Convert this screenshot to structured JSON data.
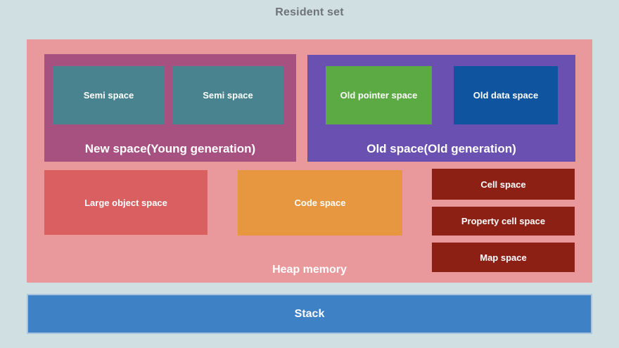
{
  "title": "Resident set",
  "heap": {
    "label": "Heap memory",
    "new_space": {
      "label": "New space(Young generation)",
      "semi_spaces": [
        "Semi space",
        "Semi space"
      ]
    },
    "old_space": {
      "label": "Old space(Old generation)",
      "old_pointer_space": "Old pointer space",
      "old_data_space": "Old data space"
    },
    "large_object_space": "Large object space",
    "code_space": "Code space",
    "cell_spaces": [
      "Cell space",
      "Property cell space",
      "Map space"
    ]
  },
  "stack": {
    "label": "Stack"
  },
  "colors": {
    "background": "#cfdfe2",
    "heap": "#e9989b",
    "new_space": "#a75180",
    "semi_space": "#48838f",
    "old_space": "#6a50b0",
    "old_pointer_space": "#5caa44",
    "old_data_space": "#0e549e",
    "large_object_space": "#d95f61",
    "code_space": "#e69740",
    "cell_space": "#8d2015",
    "stack": "#3e82c5",
    "stack_border": "#a7c4dc",
    "title_text": "#6f7478",
    "label_text": "#ffffff"
  }
}
